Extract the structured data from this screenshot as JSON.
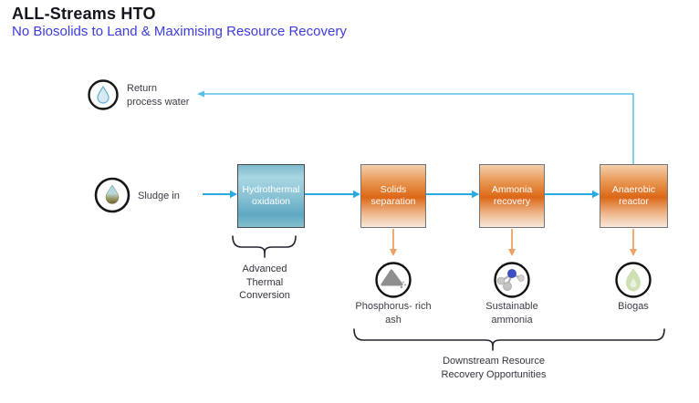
{
  "header": {
    "title": "ALL-Streams HTO",
    "subtitle": "No Biosolids to Land & Maximising Resource Recovery"
  },
  "inputs": {
    "return_water": {
      "line1": "Return",
      "line2": "process water",
      "icon": "water-drop-icon"
    },
    "sludge": {
      "label": "Sludge in",
      "icon": "sludge-drop-icon"
    }
  },
  "process_boxes": [
    {
      "line1": "Hydrothermal",
      "line2": "oxidation",
      "style": "blue"
    },
    {
      "line1": "Solids",
      "line2": "separation",
      "style": "orange"
    },
    {
      "line1": "Ammonia",
      "line2": "recovery",
      "style": "orange"
    },
    {
      "line1": "Anaerobic",
      "line2": "reactor",
      "style": "orange"
    }
  ],
  "outputs": [
    {
      "line1": "Phosphorus- rich",
      "line2": "ash",
      "icon": "ash-pile-icon"
    },
    {
      "line1": "Sustainable",
      "line2": "ammonia",
      "icon": "ammonia-molecule-icon"
    },
    {
      "line1": "Biogas",
      "line2": "",
      "icon": "flame-icon"
    }
  ],
  "annotations": {
    "advanced_thermal": {
      "line1": "Advanced",
      "line2": "Thermal",
      "line3": "Conversion"
    },
    "downstream": {
      "line1": "Downstream Resource",
      "line2": "Recovery Opportunities"
    }
  },
  "colors": {
    "subtitle_blue": "#3c3cdd",
    "flow_arrow_blue": "#2ba9e1",
    "return_line_blue": "#58bfe9",
    "output_arrow_orange": "#efa163",
    "box_blue_mid": "#5ea8c1",
    "box_orange_mid": "#dc6717",
    "label_text": "#3c3c46",
    "brace": "#23232e"
  }
}
